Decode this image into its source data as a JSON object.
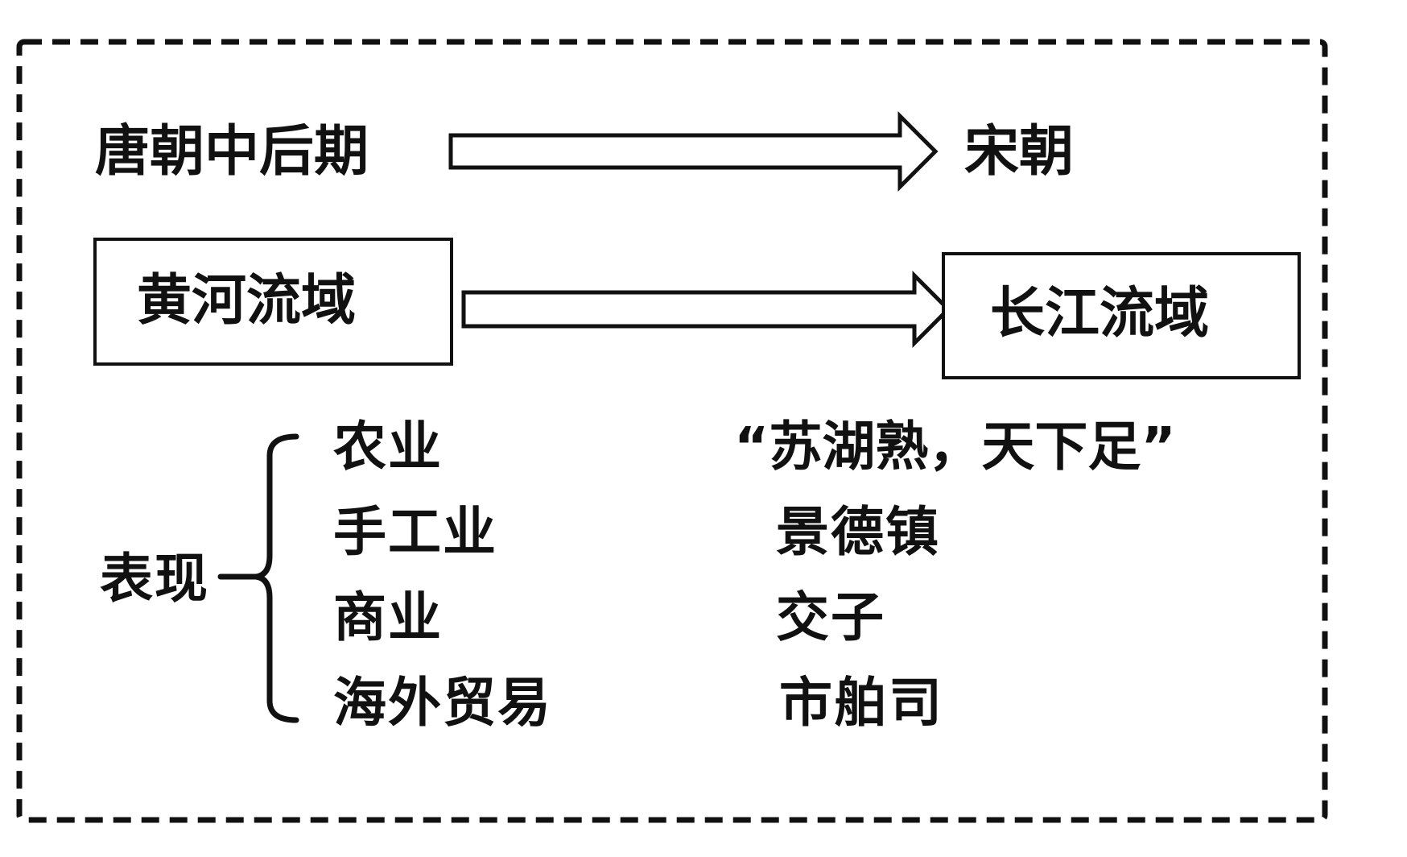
{
  "header": {
    "from_period": "唐朝中后期",
    "to_period": "宋朝"
  },
  "shift": {
    "from_region": "黄河流域",
    "to_region": "长江流域"
  },
  "manifestation": {
    "label": "表现",
    "rows": [
      {
        "category": "农业",
        "example": "“苏湖熟，天下足”"
      },
      {
        "category": "手工业",
        "example": "景德镇"
      },
      {
        "category": "商业",
        "example": "交子"
      },
      {
        "category": "海外贸易",
        "example": "市舶司"
      }
    ]
  }
}
